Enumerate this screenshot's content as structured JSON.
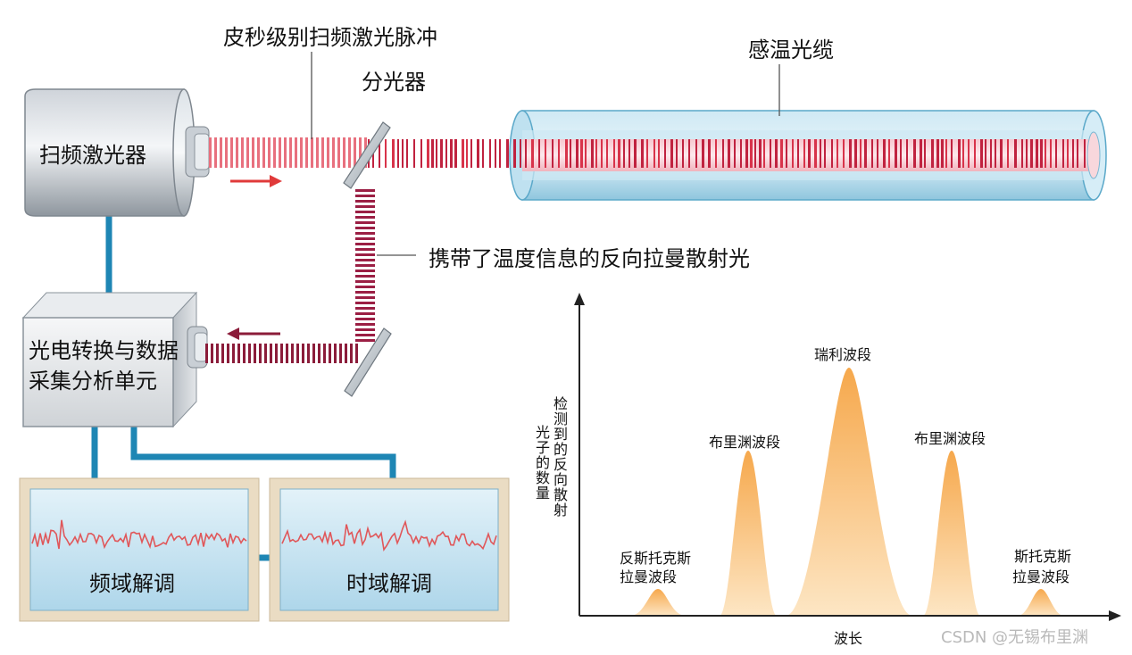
{
  "labels": {
    "pulse": "皮秒级别扫频激光脉冲",
    "cable": "感温光缆",
    "splitter": "分光器",
    "laser": "扫频激光器",
    "backscatter": "携带了温度信息的反向拉曼散射光",
    "unit_line1": "光电转换与数据",
    "unit_line2": "采集分析单元",
    "freq_demod": "频域解调",
    "time_demod": "时域解调"
  },
  "spectrum": {
    "y_label_col1": "检测到的反向散射",
    "y_label_col2": "光子的数量",
    "x_label": "波长",
    "anti_stokes_line1": "反斯托克斯",
    "anti_stokes_line2": "拉曼波段",
    "brillouin_left": "布里渊波段",
    "rayleigh": "瑞利波段",
    "brillouin_right": "布里渊波段",
    "stokes_line1": "斯托克斯",
    "stokes_line2": "拉曼波段"
  },
  "watermark": "CSDN @无锡布里渊",
  "colors": {
    "pulse_red": "#d8334a",
    "pulse_dark": "#8b1c3a",
    "link_blue": "#1e86b4",
    "peak_orange": "#f0a24a",
    "cable_blue": "#a8d6ea"
  }
}
